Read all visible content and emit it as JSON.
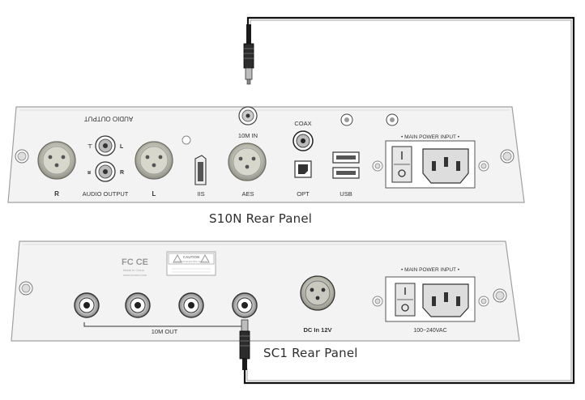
{
  "s10n": {
    "caption": "S10N Rear Panel",
    "audio_output_mirrored": "AUDIO OUTPUT",
    "audio_output": "AUDIO OUTPUT",
    "lbl_R_xlr": "R",
    "lbl_L_xlr": "L",
    "lbl_L_rca": "L",
    "lbl_R_rca": "R",
    "lbl_iis": "IIS",
    "lbl_10m_in": "10M IN",
    "lbl_aes": "AES",
    "lbl_coax": "COAX",
    "lbl_opt": "OPT",
    "lbl_usb": "USB",
    "lbl_main_power": "• MAIN POWER INPUT •"
  },
  "sc1": {
    "caption": "SC1 Rear Panel",
    "lbl_10m_out": "10M OUT",
    "lbl_dc_in": "DC In 12V",
    "lbl_main_power": "• MAIN POWER INPUT •",
    "lbl_voltage": "100~240VAC",
    "lbl_cert": "FC  CE",
    "lbl_fine_print_1": "Made in China",
    "lbl_fine_print_2": "www.sound.com",
    "lbl_caution": "CAUTION",
    "lbl_warning_sub": "RISK OF ELECTRIC SHOCK"
  },
  "colors": {
    "panel_fill": "#f3f3f3",
    "panel_stroke": "#9a9a9a",
    "cable": "#111111",
    "connector_gold": "#c8c8c8"
  }
}
